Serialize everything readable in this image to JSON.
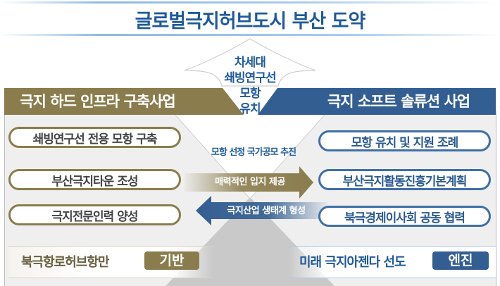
{
  "title": "글로벌극지허브도시 부산 도약",
  "center": {
    "goal_lines": [
      "차세대",
      "쇄빙연구선",
      "모항",
      "유치"
    ],
    "initiative": "모항 선정 국가공모 추진",
    "arrow_right_label": "매력적인 입지 제공",
    "arrow_left_label": "극지산업 생태계 형성"
  },
  "left": {
    "header": "극지 하드 인프라 구축사업",
    "items": [
      "쇄빙연구선 전용 모항 구축",
      "부산극지타운 조성",
      "극지전문인력 양성"
    ],
    "footer_text": "북극항로허브항만",
    "footer_badge": "기반"
  },
  "right": {
    "header": "극지 소프트 솔류션 사업",
    "items": [
      "모항 유치 및 지원 조례",
      "부산극지활동진흥기본계획",
      "북극경제이사회 공동 협력"
    ],
    "footer_text": "미래 극지아젠다 선도",
    "footer_badge": "엔진"
  },
  "colors": {
    "gold": "#8a7c4c",
    "blue": "#335e91",
    "title_blue": "#1f5a9a",
    "panel_bg": "#efefef"
  }
}
